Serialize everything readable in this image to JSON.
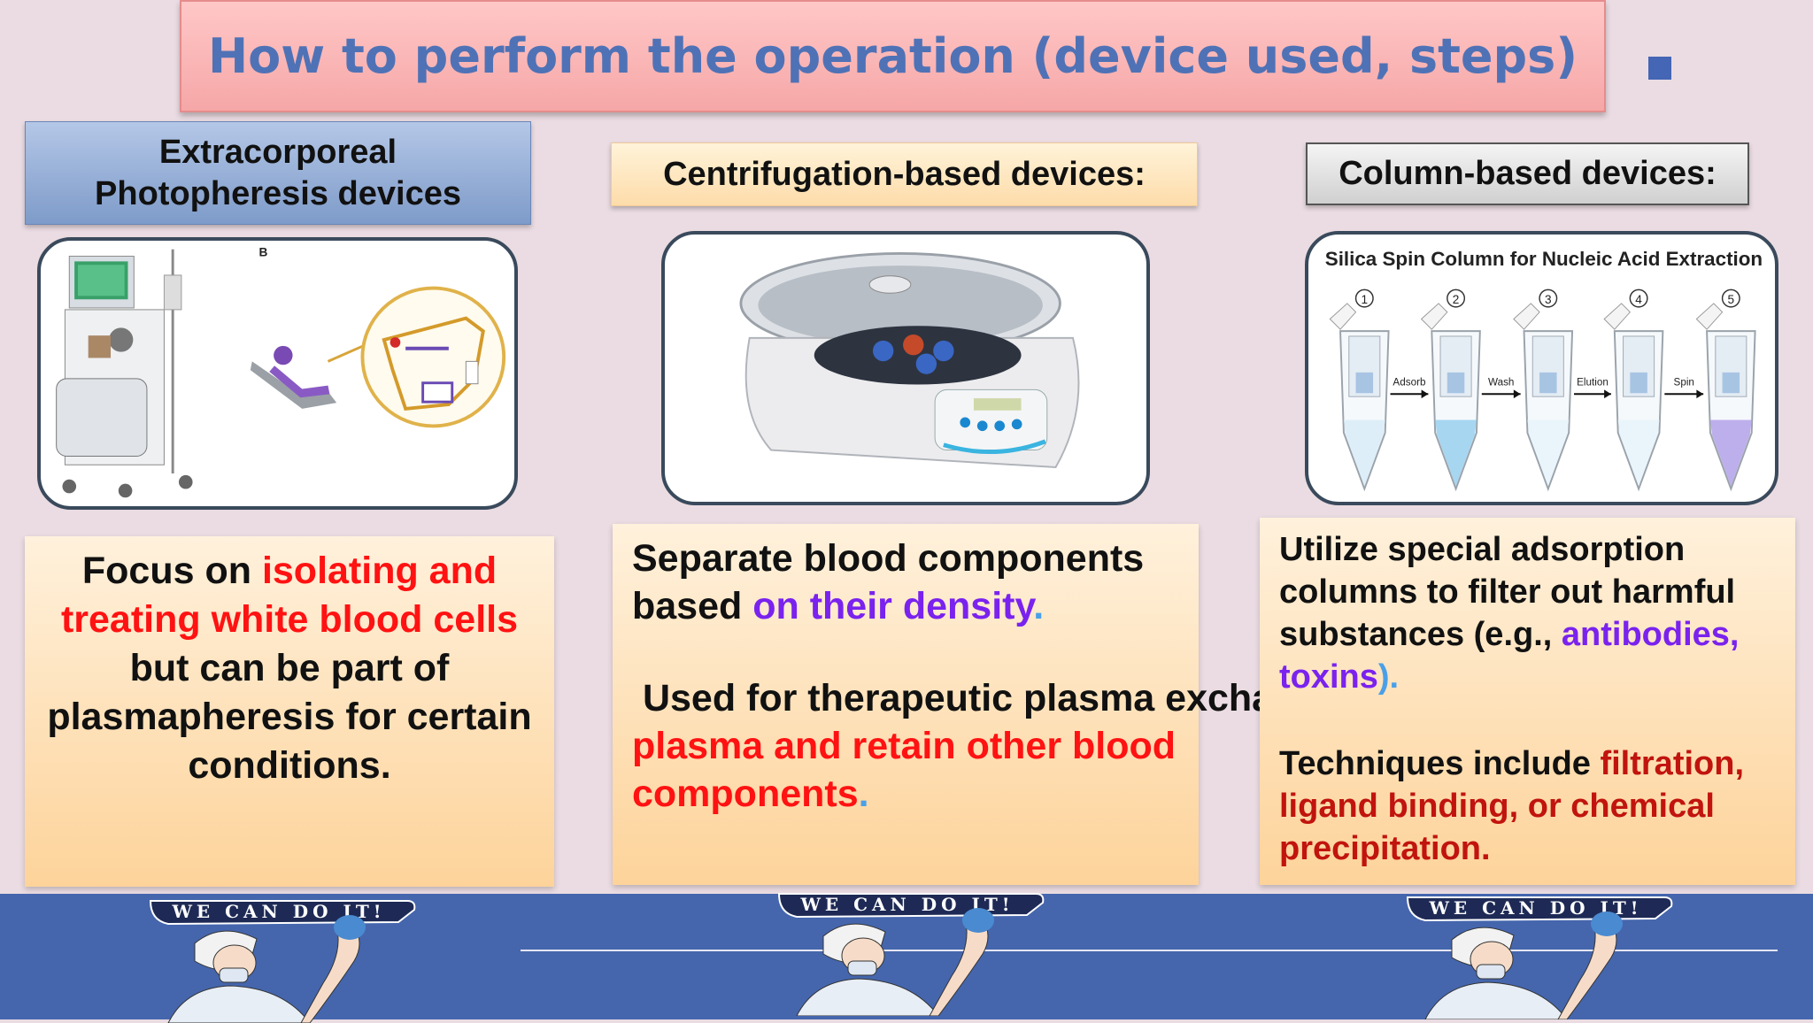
{
  "title": "How to perform the operation (device used, steps)",
  "columns": [
    {
      "header_lines": [
        "Extracorporeal",
        "Photopheresis devices"
      ],
      "image_label": "B",
      "text": {
        "p1_before": "Focus on ",
        "p1_red": "isolating and treating white blood cells",
        "p1_after": " but can be part of plasmapheresis for certain conditions."
      }
    },
    {
      "header": "Centrifugation-based devices:",
      "text": {
        "p1_before": "Separate blood components based ",
        "p1_purple": "on their density",
        "p1_dot": ".",
        "p2_before": " Used for therapeutic plasma exchange (TPE) to ",
        "p2_red": "remove plasma and retain other blood components",
        "p2_dot": "."
      }
    },
    {
      "header": "Column-based devices:",
      "figure": {
        "title": "Silica Spin Column for Nucleic Acid Extraction",
        "step_numbers": [
          "1",
          "2",
          "3",
          "4",
          "5"
        ],
        "arrow_labels": [
          "Adsorb",
          "Wash",
          "Elution",
          "Spin"
        ]
      },
      "text": {
        "p1_before": "Utilize special adsorption columns to filter out harmful substances (e.g., ",
        "p1_purple": "antibodies, toxins",
        "p1_after": ").",
        "p2_before": "Techniques include ",
        "p2_red": "filtration, ligand binding, or chemical precipitation",
        "p2_after": "."
      }
    }
  ],
  "poster_slogan": "WE CAN DO IT!",
  "colors": {
    "background": "#eadce2",
    "title_text": "#4f72b6",
    "highlight_red": "#ff1212",
    "highlight_purple": "#7a22ee",
    "highlight_dark_red": "#c1140e",
    "band": "#4566ad"
  },
  "icons": [
    "ecp-machine-icon",
    "reclining-patient-icon",
    "centrifuge-icon",
    "spin-column-icon",
    "nurse-poster-icon"
  ]
}
